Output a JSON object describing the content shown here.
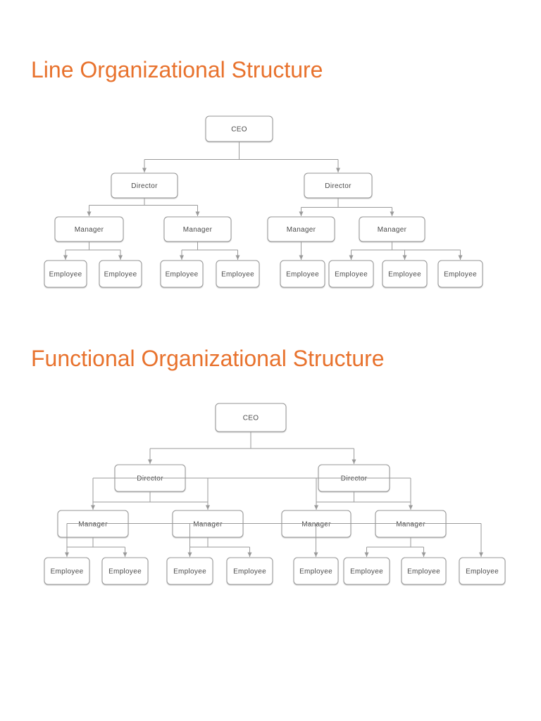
{
  "page": {
    "kind": "presentation-page",
    "background": "#ffffff"
  },
  "colors": {
    "title_text": "#e8722d",
    "node_border": "#949494",
    "node_fill": "#ffffff",
    "node_text": "#4a4a4a",
    "connector": "#9a9a9a"
  },
  "sections": [
    {
      "title": "Line Organizational Structure",
      "diagram_type": "org-chart",
      "nodes": {
        "ceo": "CEO",
        "directors": [
          "Director",
          "Director"
        ],
        "managers": [
          "Manager",
          "Manager",
          "Manager",
          "Manager"
        ],
        "employees": [
          "Employee",
          "Employee",
          "Employee",
          "Employee",
          "Employee",
          "Employee",
          "Employee",
          "Employee"
        ]
      },
      "hierarchy_note": "CEO over 2 Directors; each Director over 2 Managers; Managers over 2,2,1,3 Employees; direct line reporting only"
    },
    {
      "title": "Functional Organizational Structure",
      "diagram_type": "org-chart",
      "nodes": {
        "ceo": "CEO",
        "directors": [
          "Director",
          "Director"
        ],
        "managers": [
          "Manager",
          "Manager",
          "Manager",
          "Manager"
        ],
        "employees": [
          "Employee",
          "Employee",
          "Employee",
          "Employee",
          "Employee",
          "Employee",
          "Employee",
          "Employee"
        ]
      },
      "hierarchy_note": "Same hierarchy plus horizontal functional links crossing the Director row and the Manager row"
    }
  ]
}
